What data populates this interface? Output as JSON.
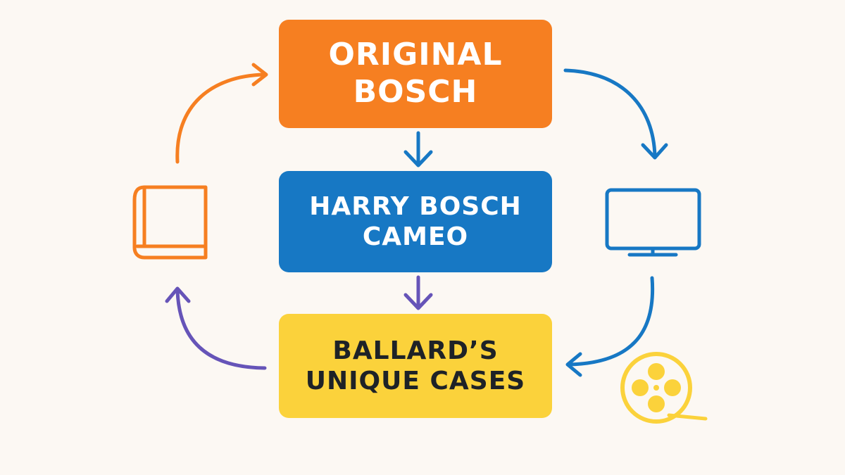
{
  "boxes": {
    "original": {
      "line1": "ORIGINAL",
      "line2": "BOSCH"
    },
    "cameo": {
      "line1": "HARRY BOSCH",
      "line2": "CAMEO"
    },
    "ballard": {
      "line1": "BALLARD’S",
      "line2": "UNIQUE CASES"
    }
  },
  "colors": {
    "background": "#fcf8f3",
    "orange": "#f67f21",
    "blue": "#1778c4",
    "yellow": "#fbd23b",
    "purple": "#6654b8",
    "text_dark": "#1e2227"
  },
  "icons": {
    "left": "book-icon",
    "right": "monitor-icon",
    "bottom_right": "film-reel-icon"
  }
}
